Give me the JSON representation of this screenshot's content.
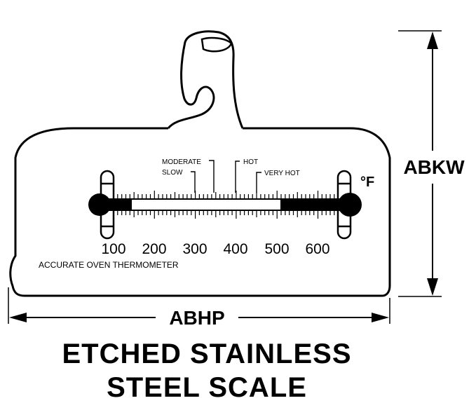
{
  "dimensions": {
    "height_label": "ABKW",
    "width_label": "ABHP"
  },
  "thermometer": {
    "unit_label": "°F",
    "scale_numbers": [
      "100",
      "200",
      "300",
      "400",
      "500",
      "600"
    ],
    "zone_labels": {
      "moderate": "MODERATE",
      "slow": "SLOW",
      "hot": "HOT",
      "very_hot": "VERY HOT"
    },
    "product_label": "ACCURATE OVEN THERMOMETER"
  },
  "caption": {
    "line1": "ETCHED STAINLESS",
    "line2": "STEEL SCALE"
  }
}
